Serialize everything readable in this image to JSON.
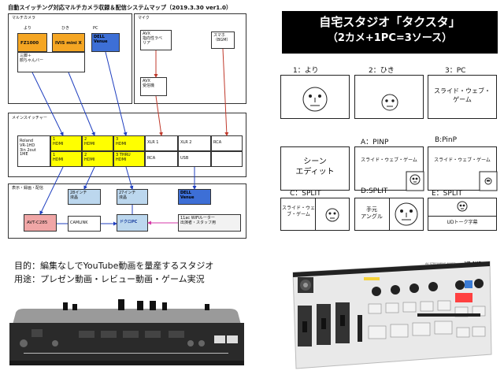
{
  "map": {
    "title": "自動スイッチング対応マルチカメラ収録＆配信システムマップ（2019.3.30 ver1.0）",
    "cameras": {
      "label": "マルチカメラ",
      "col1": "より",
      "col2": "ひき",
      "col3": "PC",
      "cam1": "FZ1000",
      "cam2": "IVIS mini X",
      "cam3": "DELL Venue",
      "tripod": "三脚＋\n顔ちゃんバー"
    },
    "mic": {
      "label": "マイク",
      "avx_tx": "AVX\n指向性ラベ\nリア",
      "phone": "スマホ\n（BGM）",
      "avx_rx": "AVX\n受信機"
    },
    "switcher": {
      "label": "メインスイッチャー",
      "device": "Roland\nVR-1HD\n3in 2out\n1ME",
      "in1": "1\nHDMI",
      "in2": "2\nHDMI",
      "in3": "3\nHDMI",
      "out1": "1\nHDMI",
      "out2": "2\nHDMI",
      "out3": "3 THRU\nHDMI",
      "xlr1": "XLR 1",
      "xlr2": "XLR 2",
      "rca_top": "RCA",
      "rca_bottom": "RCA",
      "usb": "USB"
    },
    "output": {
      "label": "表示・録画・配信",
      "monitor28": "28インチ\n液晶",
      "monitor27": "27インチ\n液晶",
      "dell": "DELL\nVenue",
      "avt": "AVT-C285",
      "camlink": "CAMLINK",
      "docpc": "ドクロPC",
      "wifi": "11ac WiFiルーター\n出演者・スタッフ用"
    }
  },
  "studio": {
    "title_line1": "自宅スタジオ「タクスタ」",
    "title_line2": "（2カメ+1PC=3ソース）",
    "src1": "1：より",
    "src2": "2：ひき",
    "src3": "3：PC",
    "slide": "スライド・ウェブ・\nゲーム",
    "pinp_a": "A：PINP",
    "pinp_b": "B:PinP",
    "scene": "シーン\nエディット",
    "slide_small": "スライド・ウェブ・ゲーム",
    "split_c": "C：SPLIT",
    "split_d": "D:SPLIT",
    "split_e": "E：SPLIT",
    "slide_c": "スライド・ウェ\nブ・ゲーム",
    "hand": "手元\nアングル",
    "udtalk": "UDトーク字幕"
  },
  "purpose": {
    "line1": "目的：編集なしでYouTube動画を量産するスタジオ",
    "line2": "用途：プレゼン動画・レビュー動画・ゲーム実況"
  },
  "device_photo": {
    "brand": "Roland",
    "model": "VR-1HD",
    "subtitle": "AV STREAMING MIXER"
  },
  "colors": {
    "yellow": "#ffff00",
    "orange": "#f5a623",
    "blue": "#3d6fd6",
    "lightblue": "#bcd7ee",
    "pink": "#f0a6a6",
    "title_bg": "#000000"
  }
}
